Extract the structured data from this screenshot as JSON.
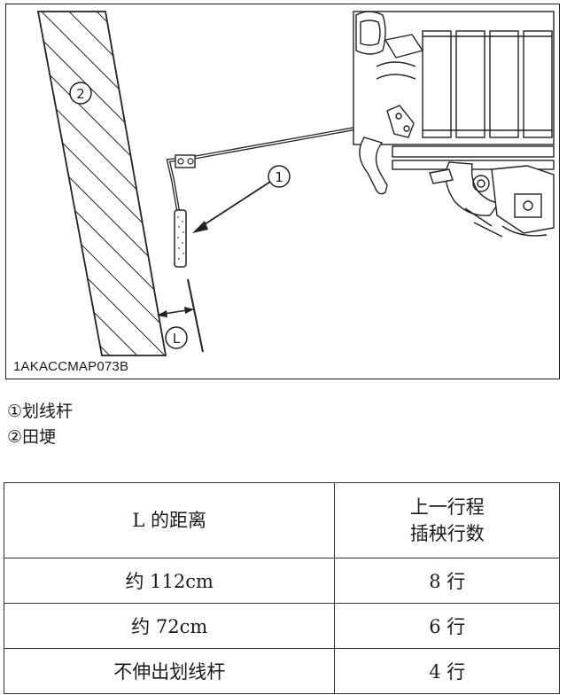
{
  "figure": {
    "code": "1AKACCMAP073B",
    "callout_rod": "1",
    "callout_ridge": "2",
    "dimension": "L"
  },
  "legend": [
    {
      "num": "①",
      "text": "划线杆"
    },
    {
      "num": "②",
      "text": "田埂"
    }
  ],
  "table": {
    "header": {
      "col1": "L 的距离",
      "col2_line1": "上一行程",
      "col2_line2": "插秧行数"
    },
    "rows": [
      {
        "distance": "约 112cm",
        "rows": "8 行"
      },
      {
        "distance": "约 72cm",
        "rows": "6 行"
      },
      {
        "distance": "不伸出划线杆",
        "rows": "4 行"
      }
    ]
  }
}
